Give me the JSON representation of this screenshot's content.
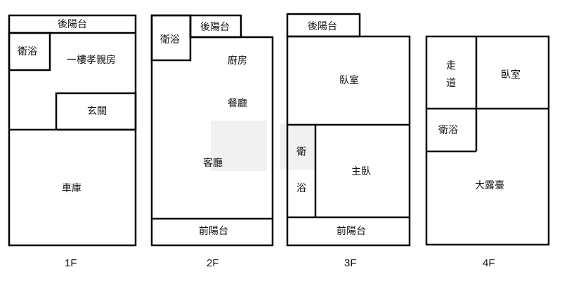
{
  "floors": {
    "f1": {
      "label": "1F",
      "rooms": {
        "back_balcony": "後陽台",
        "bathroom": "衛浴",
        "bedroom": "一樓孝親房",
        "entrance": "玄關",
        "garage": "車庫"
      }
    },
    "f2": {
      "label": "2F",
      "rooms": {
        "bathroom": "衛浴",
        "back_balcony": "後陽台",
        "kitchen": "廚房",
        "dining": "餐廳",
        "living": "客廳",
        "front_balcony": "前陽台"
      }
    },
    "f3": {
      "label": "3F",
      "rooms": {
        "back_balcony": "後陽台",
        "bedroom": "臥室",
        "bathroom_char1": "衛",
        "bathroom_char2": "浴",
        "master_bedroom": "主臥",
        "front_balcony": "前陽台"
      }
    },
    "f4": {
      "label": "4F",
      "rooms": {
        "corridor_char1": "走",
        "corridor_char2": "道",
        "bedroom": "臥室",
        "bathroom": "衛浴",
        "terrace": "大露臺"
      }
    }
  }
}
